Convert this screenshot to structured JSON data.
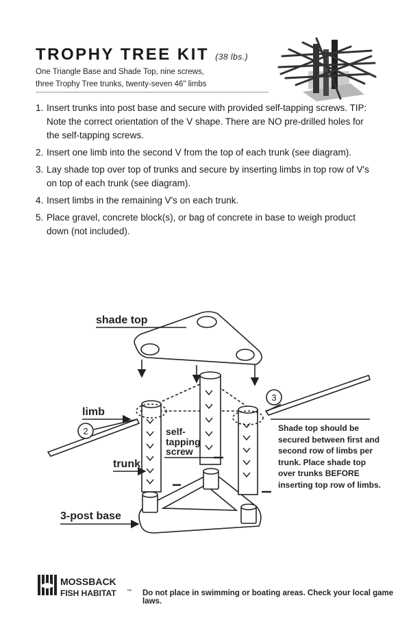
{
  "title": "TROPHY TREE KIT",
  "weight": "(38 lbs.)",
  "subtitle_lines": [
    "One Triangle Base and Shade Top, nine screws,",
    "three Trophy Tree trunks, twenty-seven 46\" limbs"
  ],
  "steps": [
    {
      "num": "1.",
      "text": "Insert trunks into post base and secure with provided self-tapping screws. TIP: Note the correct orientation of the V shape. There are NO pre-drilled holes for the self-tapping screws."
    },
    {
      "num": "2.",
      "text": "Insert one limb into the second V from the top of each trunk (see diagram)."
    },
    {
      "num": "3.",
      "text": "Lay shade top over top of trunks and secure by inserting limbs in top row of V's on top of each trunk (see diagram)."
    },
    {
      "num": "4.",
      "text": "Insert limbs in the remaining V's on each trunk."
    },
    {
      "num": "5.",
      "text": "Place gravel, concrete block(s), or bag of concrete  in base to weigh product down (not included)."
    }
  ],
  "diagram": {
    "labels": {
      "shade_top": "shade top",
      "limb": "limb",
      "self_tapping_1": "self-",
      "self_tapping_2": "tapping",
      "self_tapping_3": "screw",
      "trunk": "trunk",
      "base": "3-post base",
      "circle_2": "2",
      "circle_3": "3"
    },
    "note": "Shade top should be secured between first and second row of limbs per trunk. Place shade top over trunks BEFORE inserting top row of limbs."
  },
  "logo": {
    "line1": "MOSSBACK",
    "line2": "FISH HABITAT",
    "mark": "™"
  },
  "footer": "Do not place in swimming or boating areas. Check your local game laws."
}
